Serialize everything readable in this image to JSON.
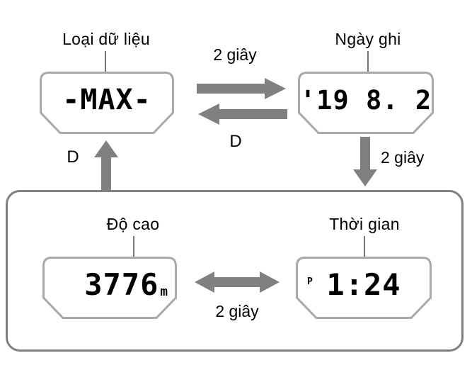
{
  "diagram": {
    "type": "state-transition-diagram",
    "colors": {
      "arrow_gray": "#808080",
      "lcd_border_gray": "#a9a9a9",
      "panel_border_gray": "#808080",
      "text_black": "#000000",
      "background": "#ffffff"
    }
  },
  "displays": {
    "data_type": {
      "caption": "Loại dữ liệu",
      "value": "-MAX-"
    },
    "record_date": {
      "caption": "Ngày ghi",
      "value": "'19 8. 2"
    },
    "altitude": {
      "caption": "Độ cao",
      "value": "3776",
      "unit": "m"
    },
    "time": {
      "caption": "Thời gian",
      "value": "1:24",
      "meridiem_flag": "P"
    }
  },
  "transitions": {
    "top_forward": {
      "label": "2 giây",
      "direction": "right"
    },
    "top_backward": {
      "label": "D",
      "direction": "left"
    },
    "left_up": {
      "label": "D",
      "direction": "up"
    },
    "right_down": {
      "label": "2 giây",
      "direction": "down"
    },
    "bottom_both": {
      "label": "2 giây",
      "direction": "both"
    }
  }
}
